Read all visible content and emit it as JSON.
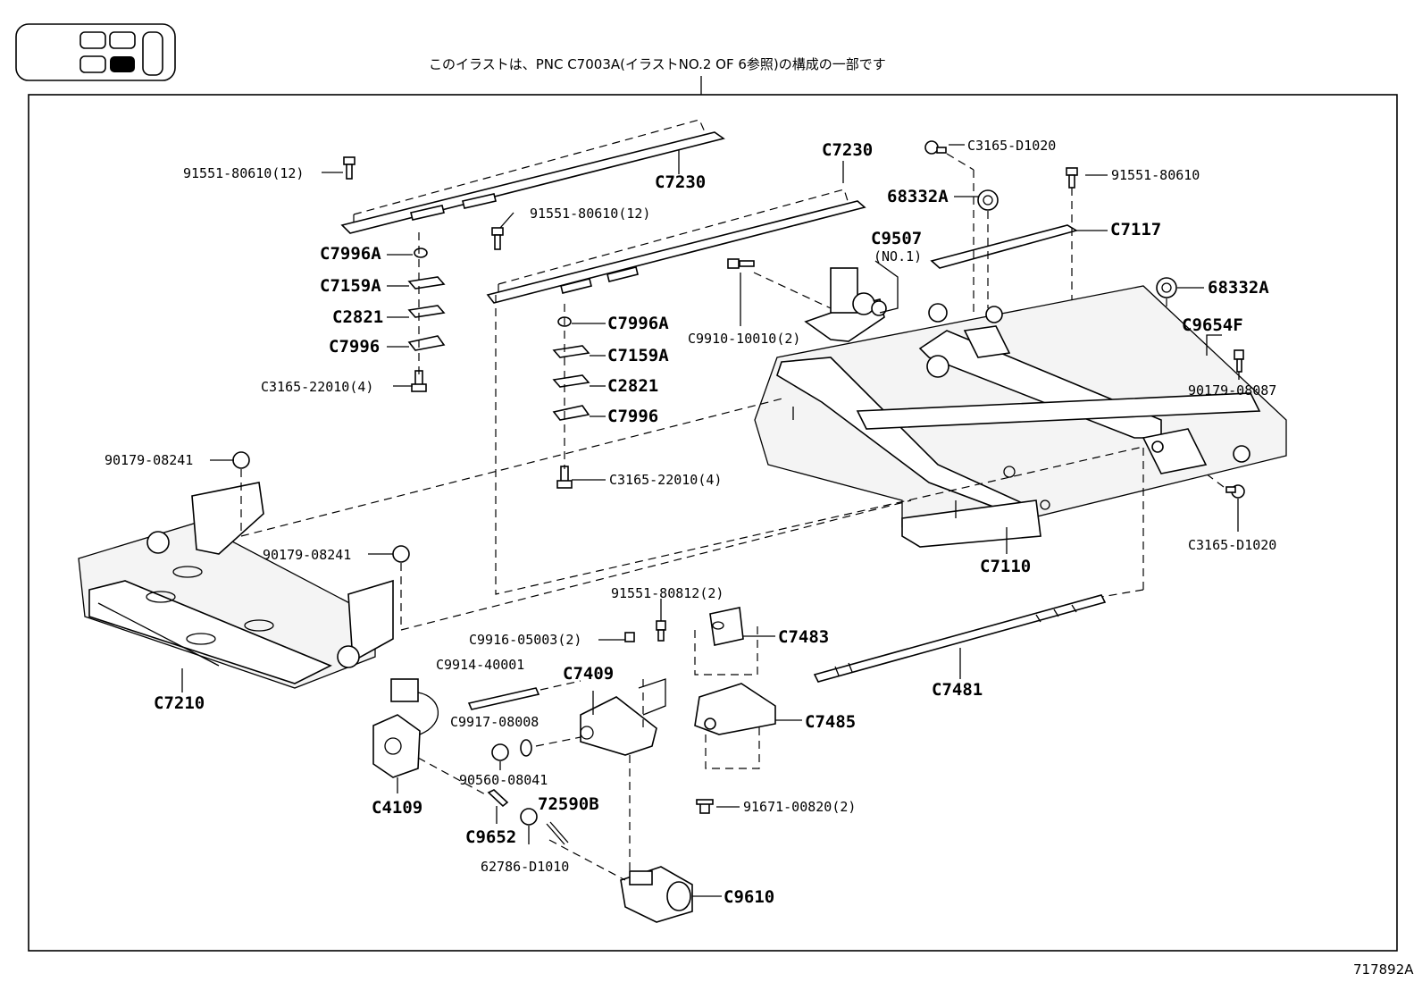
{
  "header_note": "このイラストは、PNC C7003A(イラストNO.2 OF 6参照)の構成の一部です",
  "figure_id": "717892A",
  "labels": {
    "l01": "91551-80610(12)",
    "l02": "C7230",
    "l03": "C7230",
    "l04": "91551-80610(12)",
    "l05": "C3165-D1020",
    "l06": "91551-80610",
    "l07": "68332A",
    "l08": "C7117",
    "l09": "C9507",
    "l10": "(NO.1)",
    "l11": "68332A",
    "l12": "C9654F",
    "l13": "90179-08087",
    "l14": "C7996A",
    "l15": "C7159A",
    "l16": "C2821",
    "l17": "C7996",
    "l18": "C3165-22010(4)",
    "l19": "C7996A",
    "l20": "C7159A",
    "l21": "C2821",
    "l22": "C7996",
    "l23": "C3165-22010(4)",
    "l24": "C9910-10010(2)",
    "l25": "90179-08241",
    "l26": "90179-08241",
    "l27": "C3165-D1020",
    "l28": "C7110",
    "l29": "91551-80812(2)",
    "l30": "C7483",
    "l31": "C9916-05003(2)",
    "l32": "C9914-40001",
    "l33": "C7409",
    "l34": "C9917-08008",
    "l35": "90560-08041",
    "l36": "C7481",
    "l37": "C7485",
    "l38": "C7210",
    "l39": "C4109",
    "l40": "72590B",
    "l41": "C9652",
    "l42": "62786-D1010",
    "l43": "91671-00820(2)",
    "l44": "C9610"
  }
}
